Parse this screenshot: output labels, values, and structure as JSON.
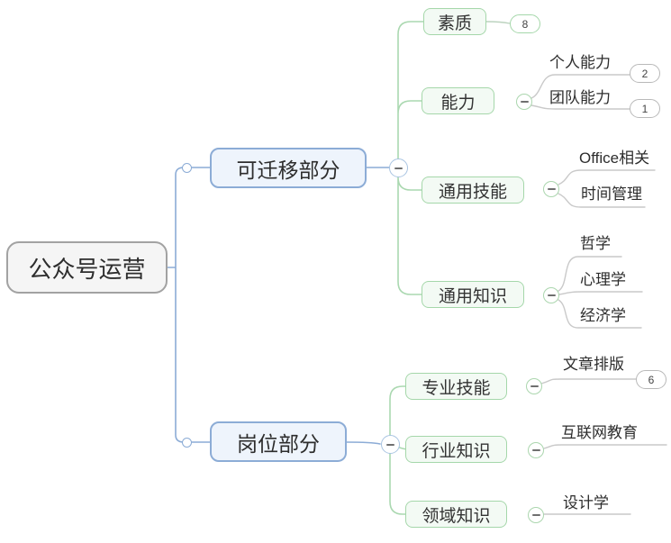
{
  "mindmap": {
    "root": {
      "label": "公众号运营"
    },
    "branches": [
      {
        "label": "可迁移部分",
        "children": [
          {
            "label": "素质",
            "badge": "8"
          },
          {
            "label": "能力",
            "children": [
              {
                "label": "个人能力",
                "badge": "2"
              },
              {
                "label": "团队能力",
                "badge": "1"
              }
            ]
          },
          {
            "label": "通用技能",
            "children": [
              {
                "label": "Office相关"
              },
              {
                "label": "时间管理"
              }
            ]
          },
          {
            "label": "通用知识",
            "children": [
              {
                "label": "哲学"
              },
              {
                "label": "心理学"
              },
              {
                "label": "经济学"
              }
            ]
          }
        ]
      },
      {
        "label": "岗位部分",
        "children": [
          {
            "label": "专业技能",
            "children": [
              {
                "label": "文章排版",
                "badge": "6"
              }
            ]
          },
          {
            "label": "行业知识",
            "children": [
              {
                "label": "互联网教育"
              }
            ]
          },
          {
            "label": "领域知识",
            "children": [
              {
                "label": "设计学"
              }
            ]
          }
        ]
      }
    ],
    "colors": {
      "root_fill": "#f5f5f5",
      "root_border": "#a2a2a2",
      "branch_fill": "#eef4fc",
      "branch_border": "#8cacd6",
      "topic_fill": "#f3faf4",
      "topic_border": "#a5d7aa",
      "link_blue": "#8cacd6",
      "link_green": "#aad8b0",
      "link_gray": "#c9c9c9"
    }
  }
}
